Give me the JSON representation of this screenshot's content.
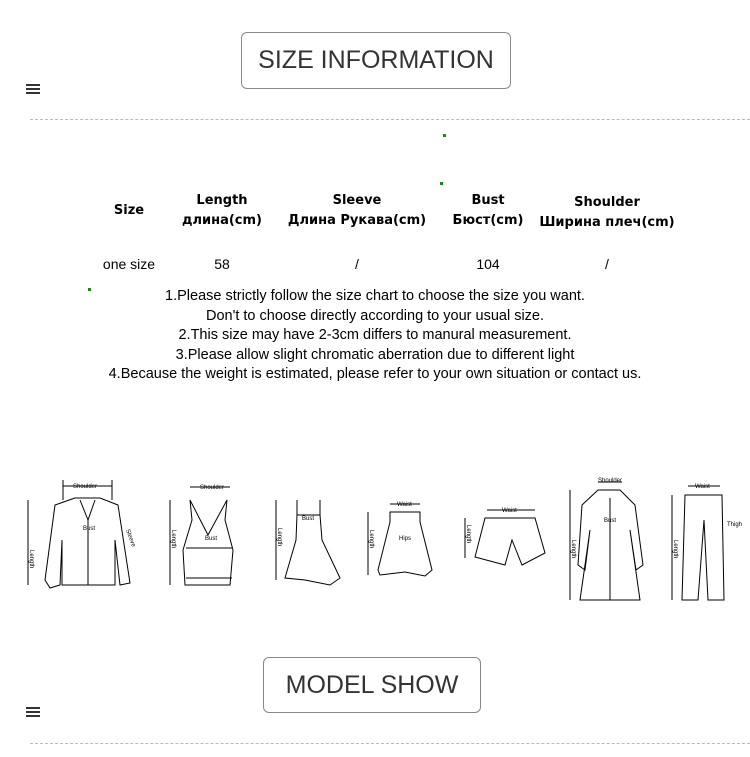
{
  "header1": "SIZE INFORMATION",
  "header2": "MODEL SHOW",
  "table": {
    "headers": [
      {
        "en": "Size",
        "ru": ""
      },
      {
        "en": "Length",
        "ru": "длина(cm)"
      },
      {
        "en": "Sleeve",
        "ru": "Длина Рукава(cm)"
      },
      {
        "en": "Bust",
        "ru": "Бюст(cm)"
      },
      {
        "en": "Shoulder",
        "ru": "Ширина плеч(cm)"
      }
    ],
    "rows": [
      [
        "one size",
        "58",
        "/",
        "104",
        "/"
      ]
    ]
  },
  "notes": [
    "1.Please strictly follow the size chart to choose the size you want.",
    "Don't to choose directly according to your usual size.",
    "2.This size may have 2-3cm differs to manural measurement.",
    "3.Please allow slight chromatic aberration due to different light",
    "4.Because the weight is estimated, please refer to your own situation or contact us."
  ],
  "diagram_labels": {
    "shoulder": "Shoulder",
    "length": "Length",
    "sleeve": "Sleeve",
    "bust": "Bust",
    "waist": "Waist",
    "hips": "Hips",
    "thigh": "Thigh"
  }
}
